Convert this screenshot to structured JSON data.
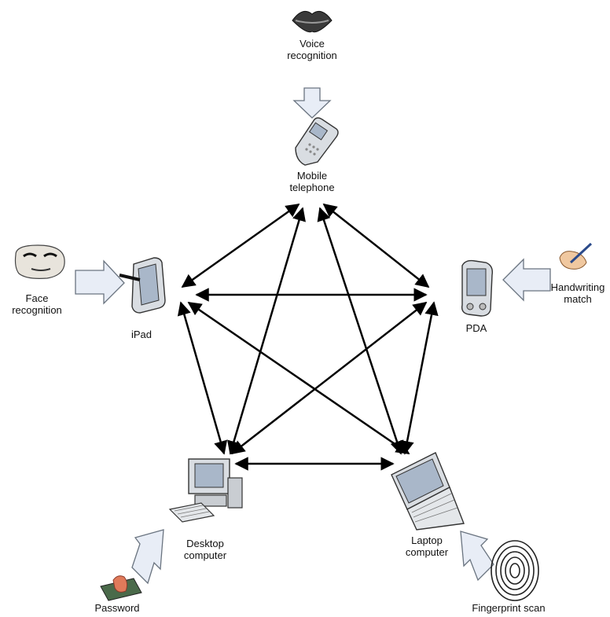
{
  "labels": {
    "voice": "Voice\nrecognition",
    "mobile": "Mobile\ntelephone",
    "face": "Face\nrecognition",
    "ipad": "iPad",
    "pda": "PDA",
    "handwriting": "Handwriting\nmatch",
    "desktop": "Desktop\ncomputer",
    "laptop": "Laptop\ncomputer",
    "password": "Password",
    "fingerprint": "Fingerprint scan"
  },
  "connections": [
    [
      "mobile-telephone",
      "ipad"
    ],
    [
      "mobile-telephone",
      "pda"
    ],
    [
      "mobile-telephone",
      "desktop-computer"
    ],
    [
      "mobile-telephone",
      "laptop-computer"
    ],
    [
      "ipad",
      "pda"
    ],
    [
      "ipad",
      "desktop-computer"
    ],
    [
      "ipad",
      "laptop-computer"
    ],
    [
      "pda",
      "desktop-computer"
    ],
    [
      "pda",
      "laptop-computer"
    ],
    [
      "desktop-computer",
      "laptop-computer"
    ]
  ],
  "icons": {
    "voice": "lips-icon",
    "mobile": "mobile-phone-icon",
    "face": "face-icon",
    "ipad": "tablet-icon",
    "pda": "pda-icon",
    "handwriting": "hand-pen-icon",
    "desktop": "desktop-computer-icon",
    "laptop": "laptop-icon",
    "password": "keyboard-hand-icon",
    "fingerprint": "fingerprint-icon"
  },
  "colors": {
    "arrow": "#000000",
    "input_arrow_fill": "#e8edf6",
    "input_arrow_stroke": "#6a7480",
    "device_fill": "#d9dde2",
    "screen_fill": "#a9b7c9"
  }
}
